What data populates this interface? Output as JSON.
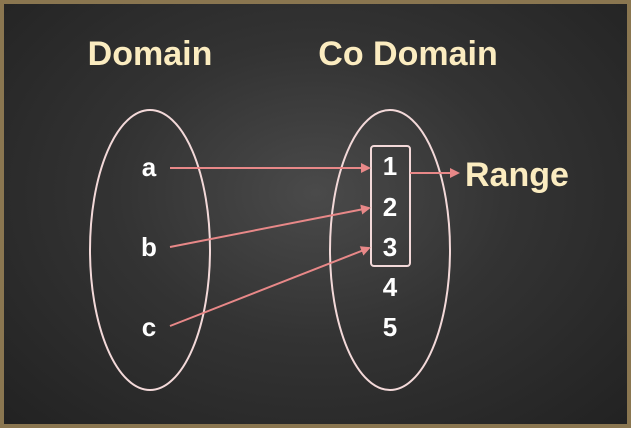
{
  "headings": {
    "domain": "Domain",
    "codomain": "Co Domain"
  },
  "domain_elements": [
    "a",
    "b",
    "c"
  ],
  "codomain_elements": [
    "1",
    "2",
    "3",
    "4",
    "5"
  ],
  "range_label": "Range",
  "mappings": [
    {
      "from": "a",
      "to": "1"
    },
    {
      "from": "b",
      "to": "2"
    },
    {
      "from": "c",
      "to": "3"
    }
  ],
  "colors": {
    "heading": "#fbecc0",
    "ellipse_stroke": "#f3d9d9",
    "arrow": "#e88888",
    "element_text": "#ffffff",
    "frame": "#8a7650"
  }
}
